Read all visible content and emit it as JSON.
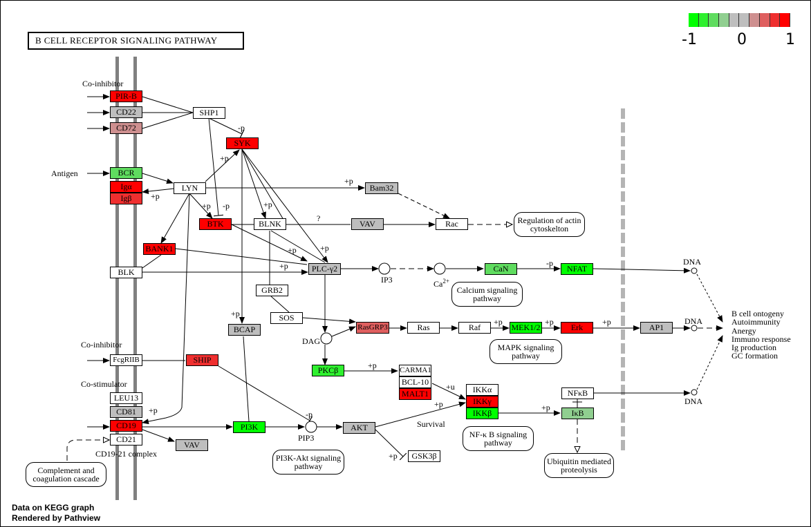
{
  "title": "B CELL RECEPTOR SIGNALING PATHWAY",
  "legend": {
    "colors": [
      "#00ff00",
      "#2ff02f",
      "#5fdc5f",
      "#90cf90",
      "#bebebe",
      "#bebebe",
      "#ce8f8f",
      "#df5f5f",
      "#ef2f2f",
      "#ff0000"
    ],
    "min_label": "-1",
    "mid_label": "0",
    "max_label": "1",
    "range": [
      -1,
      1
    ]
  },
  "colors": {
    "up_strong": "#ff0000",
    "up_mid": "#ef2f2f",
    "up_weak": "#df5f5f",
    "up_faint": "#ce8f8f",
    "neutral": "#bebebe",
    "down_faint": "#90cf90",
    "down_weak": "#5fdc5f",
    "down_strong": "#00ff00",
    "no_data": "#ffffff"
  },
  "nodes": {
    "pirb": {
      "label": "PIR-B",
      "color": "#ff0000"
    },
    "cd22": {
      "label": "CD22",
      "color": "#bebebe"
    },
    "cd72": {
      "label": "CD72",
      "color": "#ce8f8f"
    },
    "shp1": {
      "label": "SHP1",
      "color": "#ffffff"
    },
    "syk": {
      "label": "SYK",
      "color": "#ff0000"
    },
    "bcr": {
      "label": "BCR",
      "color": "#5fdc5f"
    },
    "iga": {
      "label": "Igα",
      "color": "#ff0000"
    },
    "igb": {
      "label": "Igβ",
      "color": "#ef2f2f"
    },
    "lyn": {
      "label": "LYN",
      "color": "#ffffff"
    },
    "bam32": {
      "label": "Bam32",
      "color": "#bebebe"
    },
    "btk": {
      "label": "BTK",
      "color": "#ff0000"
    },
    "blnk": {
      "label": "BLNK",
      "color": "#ffffff"
    },
    "vav1": {
      "label": "VAV",
      "color": "#bebebe"
    },
    "rac": {
      "label": "Rac",
      "color": "#ffffff"
    },
    "bank1": {
      "label": "BANK1",
      "color": "#ff0000"
    },
    "blk": {
      "label": "BLK",
      "color": "#ffffff"
    },
    "plcg2": {
      "label": "PLC-γ2",
      "color": "#bebebe"
    },
    "can": {
      "label": "CaN",
      "color": "#5fdc5f"
    },
    "nfat": {
      "label": "NFAT",
      "color": "#00ff00"
    },
    "grb2": {
      "label": "GRB2",
      "color": "#ffffff"
    },
    "sos": {
      "label": "SOS",
      "color": "#ffffff"
    },
    "bcap": {
      "label": "BCAP",
      "color": "#bebebe"
    },
    "rasgrp3": {
      "label": "RasGRP3",
      "color": "#df5f5f"
    },
    "ras": {
      "label": "Ras",
      "color": "#ffffff"
    },
    "raf": {
      "label": "Raf",
      "color": "#ffffff"
    },
    "mek": {
      "label": "MEK1/2",
      "color": "#00ff00"
    },
    "erk": {
      "label": "Erk",
      "color": "#ff0000"
    },
    "ap1": {
      "label": "AP1",
      "color": "#bebebe"
    },
    "fcgr": {
      "label": "FcgRIIB",
      "color": "#ffffff"
    },
    "ship": {
      "label": "SHIP",
      "color": "#ef2f2f"
    },
    "pkcb": {
      "label": "PKCβ",
      "color": "#2ff02f"
    },
    "carma1": {
      "label": "CARMA1",
      "color": "#ffffff"
    },
    "bcl10": {
      "label": "BCL-10",
      "color": "#ffffff"
    },
    "malt1": {
      "label": "MALT1",
      "color": "#ff0000"
    },
    "ikka": {
      "label": "IKKα",
      "color": "#ffffff"
    },
    "ikkg": {
      "label": "IKKγ",
      "color": "#ff0000"
    },
    "ikkb": {
      "label": "IKKβ",
      "color": "#00ff00"
    },
    "nfkb": {
      "label": "NFκB",
      "color": "#ffffff"
    },
    "ikb": {
      "label": "IκB",
      "color": "#90cf90"
    },
    "leu13": {
      "label": "LEU13",
      "color": "#ffffff"
    },
    "cd81": {
      "label": "CD81",
      "color": "#bebebe"
    },
    "cd19": {
      "label": "CD19",
      "color": "#ff0000"
    },
    "cd21": {
      "label": "CD21",
      "color": "#ffffff"
    },
    "vav2": {
      "label": "VAV",
      "color": "#bebebe"
    },
    "pi3k": {
      "label": "PI3K",
      "color": "#00ff00"
    },
    "akt": {
      "label": "AKT",
      "color": "#bebebe"
    },
    "gsk3b": {
      "label": "GSK3β",
      "color": "#ffffff"
    }
  },
  "labels": {
    "co_inhibitor_1": "Co-inhibitor",
    "antigen": "Antigen",
    "co_inhibitor_2": "Co-inhibitor",
    "co_stimulator": "Co-stimulator",
    "cd19_21_complex": "CD19-21 complex",
    "ip3": "IP3",
    "ca2": "Ca",
    "ca2_sup": "2+",
    "dag": "DAG",
    "pip3": "PIP3",
    "survival": "Survival",
    "dna_1": "DNA",
    "dna_2": "DNA",
    "dna_3": "DNA",
    "question": "?"
  },
  "edge_labels": [
    "-p",
    "+p",
    "+p",
    "+p",
    "-p",
    "+p",
    "+p",
    "+p",
    "+p",
    "+p",
    "+p",
    "-p",
    "+p",
    "+p",
    "+p",
    "+p",
    "+p",
    "+u",
    "+p",
    "+p",
    "-p",
    "+p",
    "+p"
  ],
  "maps": {
    "actin": "Regulation of actin cytoskelton",
    "calcium": "Calcium signaling pathway",
    "mapk": "MAPK signaling pathway",
    "nfkb": "NF-κ B signaling pathway",
    "pi3k_akt": "PI3K-Akt signaling pathway",
    "ubiquitin": "Ubiquitin mediated proteolysis",
    "complement": "Complement and coagulation cascade"
  },
  "outcomes": [
    "B cell ontogeny",
    "Autoimmunity",
    "Anergy",
    "Immuno response",
    "Ig production",
    "GC formation"
  ],
  "footer": {
    "line1": "Data on KEGG graph",
    "line2": "Rendered by Pathview"
  }
}
